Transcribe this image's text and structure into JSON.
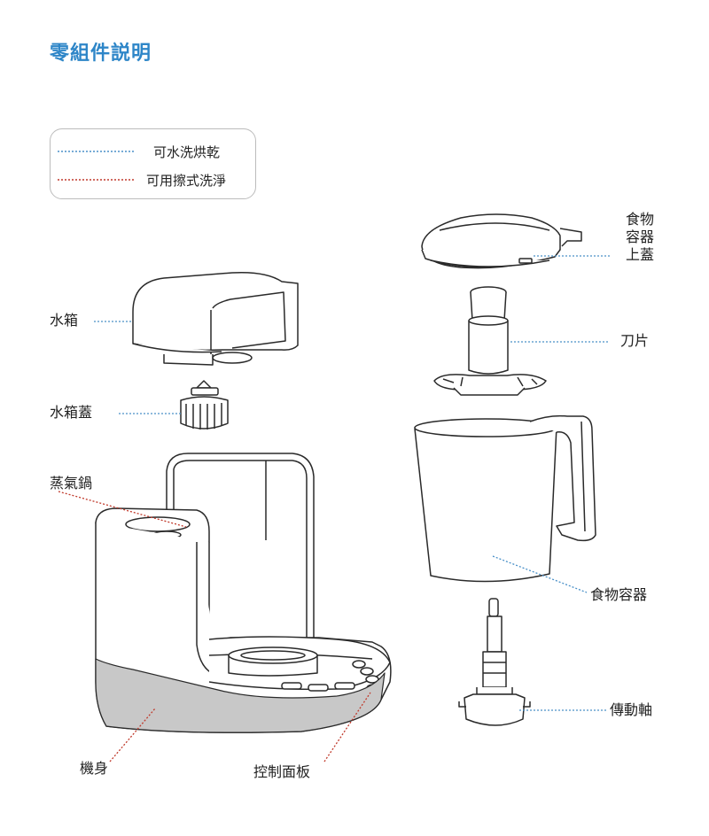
{
  "title": "零組件説明",
  "legend": {
    "washable": "可水洗烘乾",
    "wipe_clean": "可用擦式洗淨"
  },
  "labels": {
    "water_tank": "水箱",
    "water_tank_cap": "水箱蓋",
    "steamer": "蒸氣鍋",
    "body": "機身",
    "control_panel": "控制面板",
    "lid_line1": "食物",
    "lid_line2": "容器",
    "lid_line3": "上蓋",
    "blade": "刀片",
    "food_container": "食物容器",
    "drive_shaft": "傳動軸"
  },
  "colors": {
    "title": "#2e86c8",
    "washable_line": "#4a90c8",
    "wipe_line": "#c0392b",
    "base_shade": "#c8c8c8"
  }
}
